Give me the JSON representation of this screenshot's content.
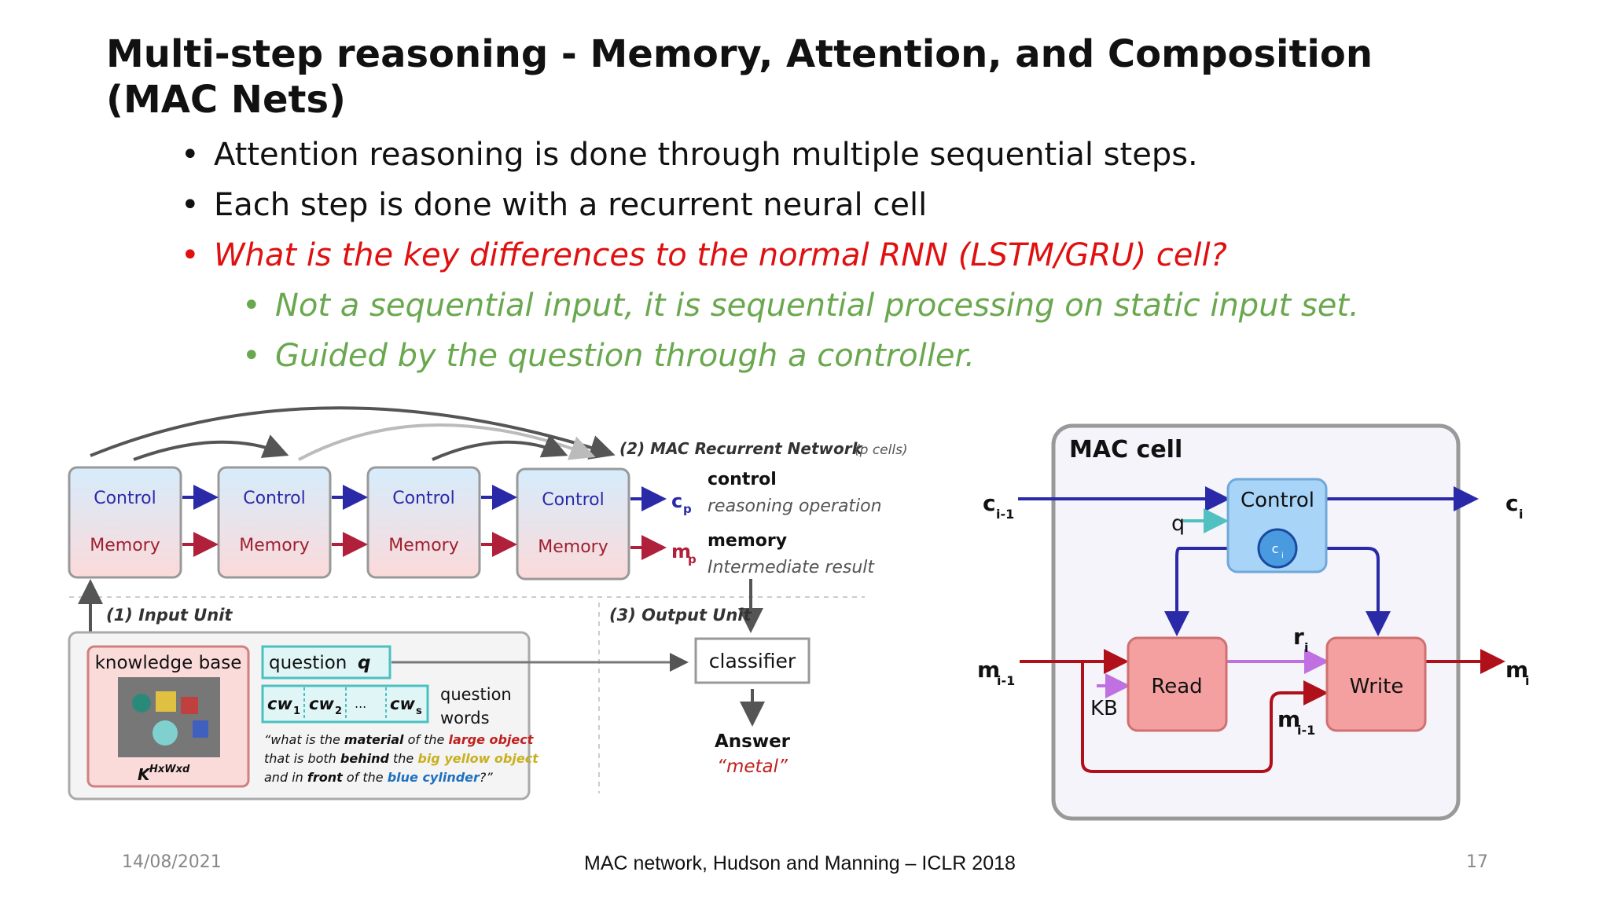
{
  "title": "Multi-step reasoning - Memory, Attention, and Composition (MAC Nets)",
  "bullets": [
    "Attention reasoning is done through multiple sequential steps.",
    "Each step is done with a recurrent neural cell",
    "What is the key differences to the normal RNN (LSTM/GRU) cell?"
  ],
  "sub_bullets": [
    "Not a sequential input, it is sequential processing on static input set.",
    "Guided by the question through a controller."
  ],
  "left_diagram": {
    "cells": [
      {
        "control": "Control",
        "memory": "Memory"
      },
      {
        "control": "Control",
        "memory": "Memory"
      },
      {
        "control": "Control",
        "memory": "Memory"
      },
      {
        "control": "Control",
        "memory": "Memory"
      }
    ],
    "recurrent_label": "(2) MAC Recurrent Network",
    "recurrent_sub": "(p cells)",
    "cp": "c",
    "cp_sub": "p",
    "mp": "m",
    "mp_sub": "p",
    "control_label": "control",
    "control_desc": "reasoning operation",
    "memory_label": "memory",
    "memory_desc": "Intermediate result",
    "input_unit": "(1) Input Unit",
    "output_unit": "(3) Output Unit",
    "knowledge_base": "knowledge base",
    "kb_tensor": "K",
    "kb_tensor_sup": "HxWxd",
    "question": "question",
    "question_var": "q",
    "cw_tokens": [
      "cw",
      "cw",
      "...",
      "cw"
    ],
    "cw_subs": [
      "1",
      "2",
      "",
      "s"
    ],
    "question_words_1": "question",
    "question_words_2": "words",
    "quote_line1_a": "“what is the ",
    "quote_line1_b": "material",
    "quote_line1_c": " of the ",
    "quote_line1_d": "large object",
    "quote_line2_a": "that is both ",
    "quote_line2_b": "behind",
    "quote_line2_c": " the ",
    "quote_line2_d": "big yellow object",
    "quote_line3_a": "and in ",
    "quote_line3_b": "front",
    "quote_line3_c": " of the ",
    "quote_line3_d": "blue cylinder",
    "quote_line3_e": "?”",
    "classifier": "classifier",
    "answer_label": "Answer",
    "answer_value": "“metal”"
  },
  "right_diagram": {
    "title": "MAC cell",
    "control": "Control",
    "ci_inner": "c",
    "ci_inner_sub": "i",
    "read": "Read",
    "write": "Write",
    "c_prev": "c",
    "c_prev_sub": "i-1",
    "c_out": "c",
    "c_out_sub": "i",
    "m_prev": "m",
    "m_prev_sub": "i-1",
    "m_out": "m",
    "m_out_sub": "i",
    "q": "q",
    "kb": "KB",
    "r": "r",
    "r_sub": "i",
    "m_inner": "m",
    "m_inner_sub": "i-1"
  },
  "colors": {
    "control_arrow": "#2a2aa8",
    "memory_arrow": "#b0203a",
    "read_arrow": "#c070e0",
    "q_arrow": "#50c0c0"
  },
  "footer": {
    "date": "14/08/2021",
    "citation": "MAC network, Hudson and Manning – ICLR 2018",
    "page": "17"
  }
}
